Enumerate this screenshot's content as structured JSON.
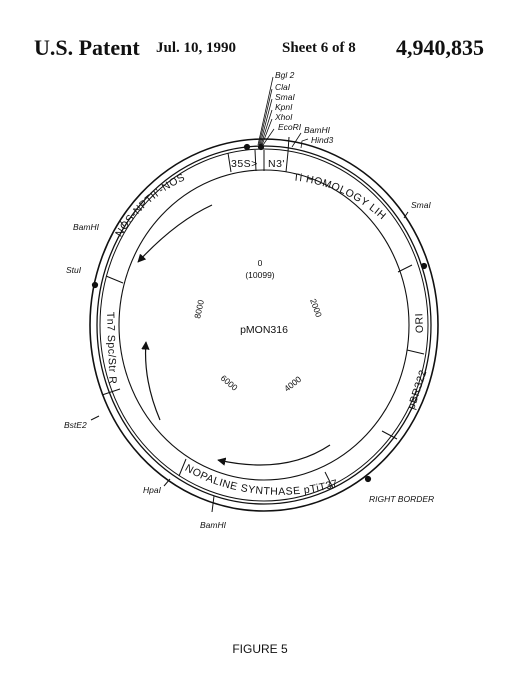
{
  "header": {
    "patent": "U.S. Patent",
    "date": "Jul. 10, 1990",
    "sheet": "Sheet 6 of 8",
    "number": "4,940,835"
  },
  "plasmid": {
    "name": "pMON316",
    "origin_label": "0",
    "size_label": "(10099)",
    "coordinates": [
      "2000",
      "4000",
      "6000",
      "8000"
    ]
  },
  "segments": [
    {
      "label": "35S>"
    },
    {
      "label": "N3'"
    },
    {
      "label": "Ti HOMOLOGY LIH"
    },
    {
      "label": "ORI"
    },
    {
      "label": "pBR322"
    },
    {
      "label": "NOPALINE SYNTHASE pTiT37"
    },
    {
      "label": "Tn7 Spc/Str R"
    },
    {
      "label": "NOS-NPTII'-NOS"
    }
  ],
  "sites": [
    {
      "label": "Bgl 2"
    },
    {
      "label": "ClaI"
    },
    {
      "label": "SmaI"
    },
    {
      "label": "KpnI"
    },
    {
      "label": "XhoI"
    },
    {
      "label": "EcoRI"
    },
    {
      "label": "BamHI"
    },
    {
      "label": "Hind3"
    },
    {
      "label": "SmaI"
    },
    {
      "label": "RIGHT BORDER"
    },
    {
      "label": "BamHI"
    },
    {
      "label": "HpaI"
    },
    {
      "label": "BstE2"
    },
    {
      "label": "StuI"
    },
    {
      "label": "BamHI"
    }
  ],
  "figure_caption": "FIGURE 5"
}
